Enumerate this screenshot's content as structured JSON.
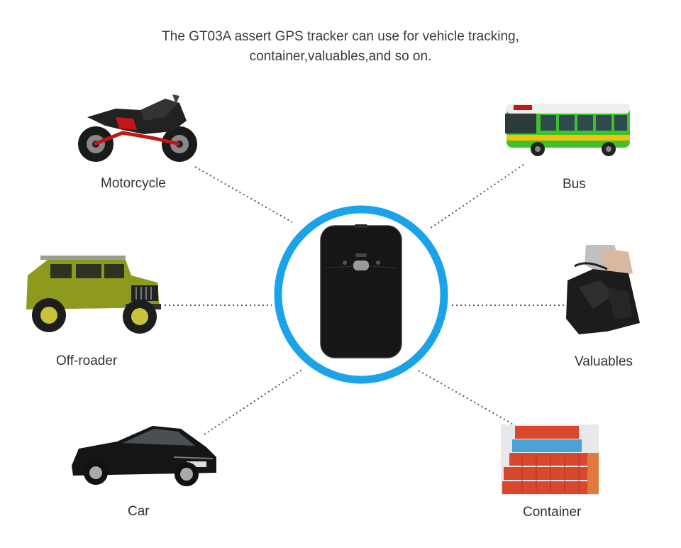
{
  "headline": {
    "line1": "The GT03A assert GPS tracker can use for vehicle tracking,",
    "line2": "container,valuables,and so on."
  },
  "labels": {
    "motorcycle": "Motorcycle",
    "bus": "Bus",
    "offroader": "Off-roader",
    "valuables": "Valuables",
    "car": "Car",
    "container": "Container"
  },
  "colors": {
    "ring": "#1aa3e8",
    "connector": "#555555",
    "device": "#111111",
    "bus_green": "#3fc12a",
    "container_red": "#d9472c",
    "jeep_olive": "#8e9a1e"
  },
  "icons": {
    "center": "gps-tracker-device",
    "motorcycle": "motorcycle-icon",
    "bus": "bus-icon",
    "offroader": "jeep-icon",
    "valuables": "handbag-icon",
    "car": "car-icon",
    "container": "shipping-container-icon"
  }
}
